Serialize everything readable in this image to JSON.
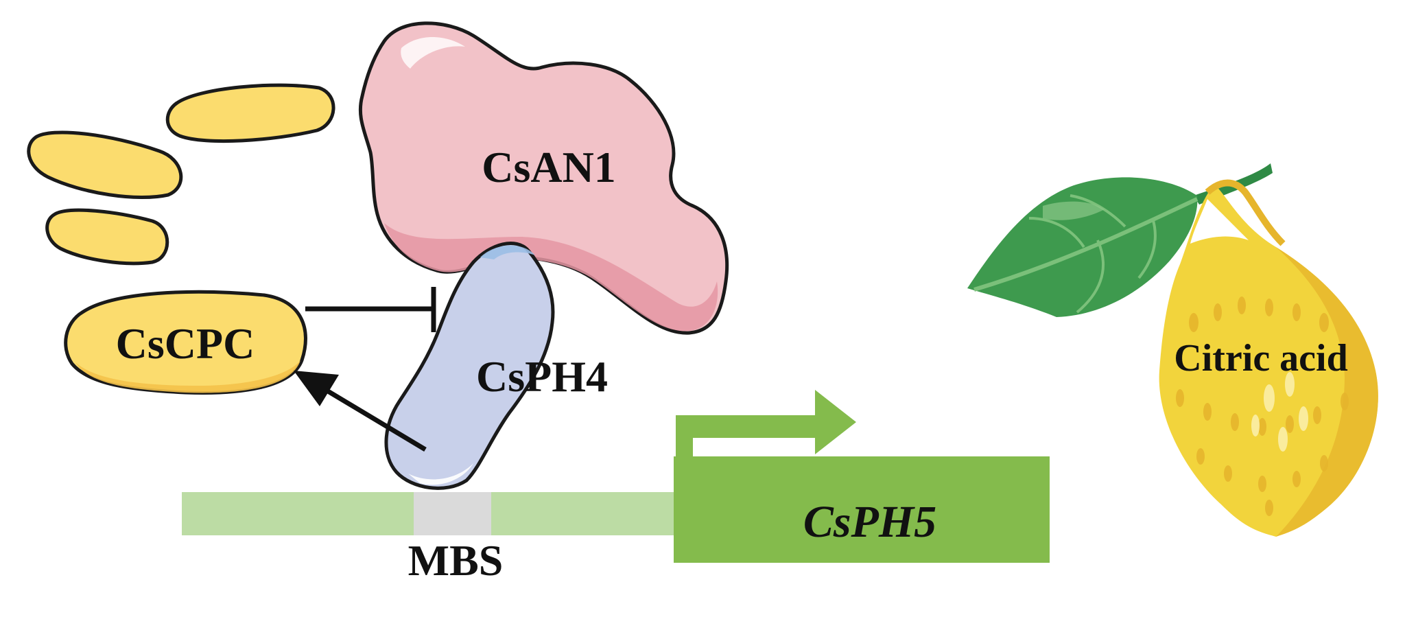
{
  "labels": {
    "csan1": "CsAN1",
    "csph4": "CsPH4",
    "cscpc": "CsCPC",
    "mbs": "MBS",
    "csph5": "CsPH5",
    "citric_acid": "Citric acid"
  },
  "colors": {
    "pink_protein": "#F2C2C8",
    "blue_protein": "#C8D0EA",
    "yellow_protein": "#FBDC6E",
    "promoter": "#BCDCA4",
    "mbs_box": "#DADADA",
    "gene_box": "#84BB4C",
    "lemon": "#F2D43C",
    "leaf": "#3E9A4E"
  },
  "relations": [
    {
      "from": "CsCPC",
      "to": "CsPH4",
      "type": "inhibition"
    },
    {
      "from": "CsPH4",
      "to": "CsCPC",
      "type": "activation"
    }
  ]
}
